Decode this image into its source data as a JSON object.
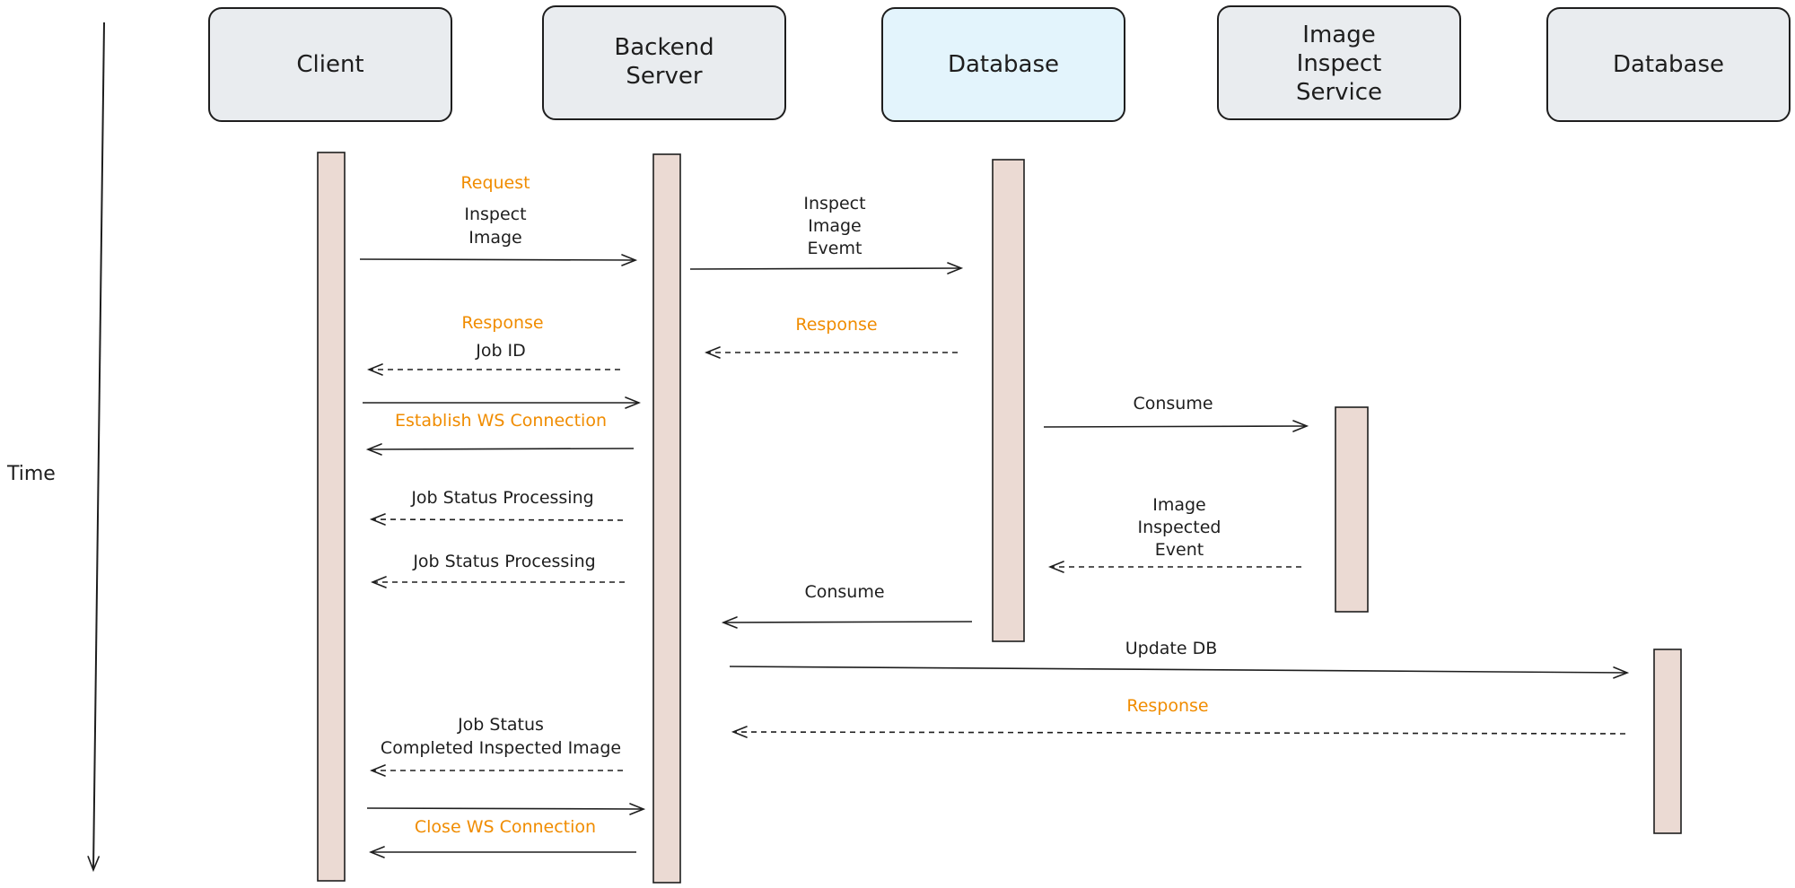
{
  "axis": {
    "label": "Time"
  },
  "participants": [
    {
      "id": "client",
      "lines": [
        "Client"
      ]
    },
    {
      "id": "backend",
      "lines": [
        "Backend",
        "Server"
      ]
    },
    {
      "id": "database",
      "lines": [
        "Database"
      ]
    },
    {
      "id": "inspect",
      "lines": [
        "Image",
        "Inspect",
        "Service"
      ]
    },
    {
      "id": "database2",
      "lines": [
        "Database"
      ]
    }
  ],
  "messages": {
    "request_tag": "Request",
    "inspect_image_1": "Inspect",
    "inspect_image_2": "Image",
    "inspect_event_1": "Inspect",
    "inspect_event_2": "Image",
    "inspect_event_3": "Evemt",
    "response_tag_1": "Response",
    "job_id": "Job ID",
    "response_tag_2": "Response",
    "establish_ws": "Establish WS Connection",
    "consume_1": "Consume",
    "job_status_processing_1": "Job Status Processing",
    "image_inspected_1": "Image",
    "image_inspected_2": "Inspected",
    "image_inspected_3": "Event",
    "job_status_processing_2": "Job Status Processing",
    "consume_2": "Consume",
    "update_db": "Update DB",
    "response_tag_3": "Response",
    "job_status_completed_1": "Job Status",
    "job_status_completed_2": "Completed Inspected Image",
    "close_ws": "Close WS Connection"
  },
  "colors": {
    "accent": "#f08c00",
    "box_fill": "#e9ecef",
    "box_highlight": "#e3f4fc",
    "activation_fill": "#ebdad3",
    "stroke": "#1e1e1e"
  }
}
